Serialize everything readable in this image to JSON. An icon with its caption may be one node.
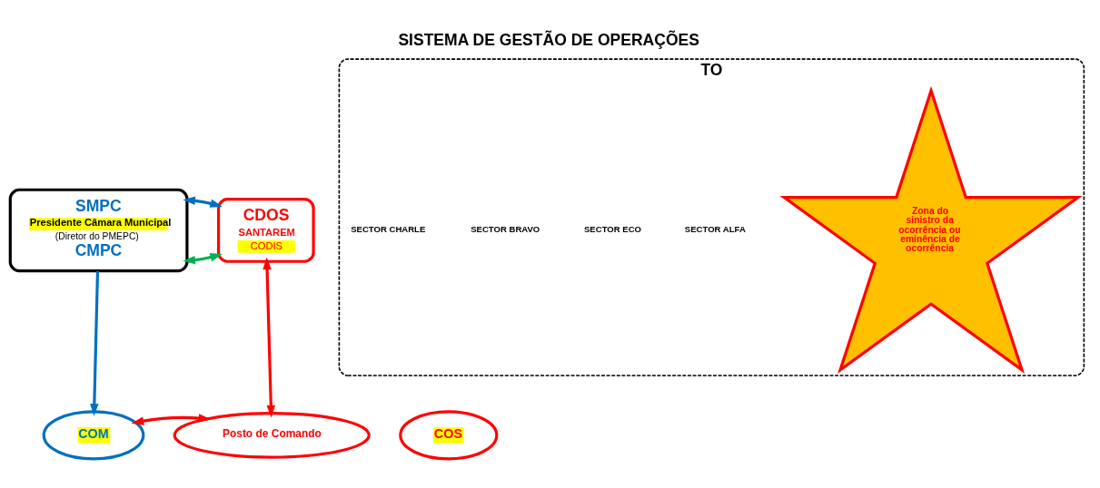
{
  "diagram": {
    "title": "SISTEMA DE GESTÃO DE OPERAÇÕES",
    "nodes": [
      {
        "text": [
          "SMPC",
          "Presidente Câmara Municipal",
          "(Diretor do PMEPC)",
          "CMPC"
        ]
      },
      {
        "text": [
          "CDOS",
          "SANTAREM",
          "CODIS"
        ]
      },
      {
        "text": [
          "COM"
        ]
      },
      {
        "text": [
          "Posto de Comando"
        ]
      },
      {
        "text": [
          "COS"
        ]
      },
      {
        "text": [
          "TO"
        ]
      },
      {
        "text": [
          "Zona do sinistro da ocorrência ou eminência de ocorrência"
        ],
        "in": 5
      }
    ],
    "edges": [
      {
        "from": 0,
        "to": 1,
        "arrow": "both",
        "color": "#00b050"
      },
      {
        "from": 0,
        "to": 1,
        "arrow": "both",
        "color": "#0070c0"
      },
      {
        "from": 0,
        "to": 2,
        "arrow": "to",
        "color": "#0070c0"
      },
      {
        "from": 1,
        "to": 3,
        "arrow": "both",
        "color": "#ff0000"
      },
      {
        "from": 2,
        "to": 3,
        "arrow": "both",
        "color": "#ff0000"
      }
    ],
    "labels": [
      "SECTOR ALFA",
      "SECTOR ECO",
      "SECTOR BRAVO",
      "SECTOR CHARLE"
    ]
  }
}
